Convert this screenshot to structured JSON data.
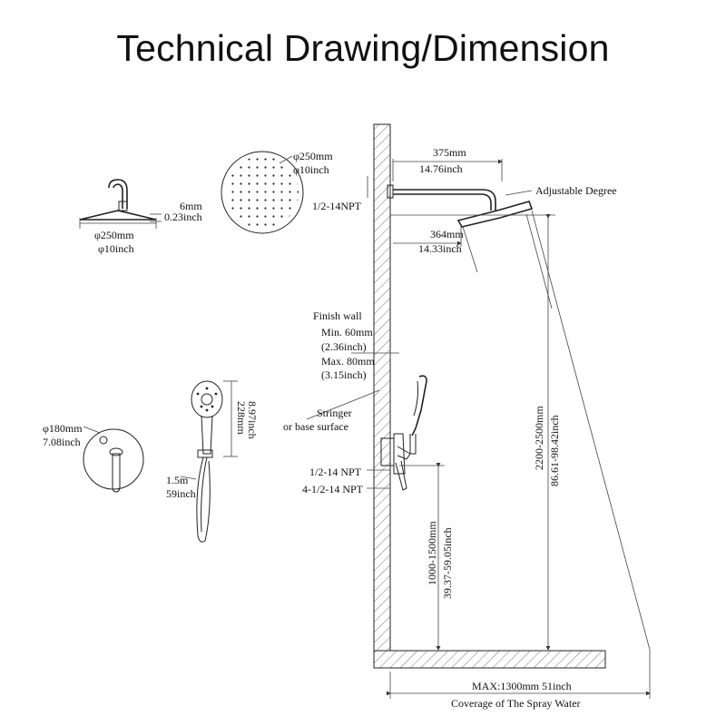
{
  "title": "Technical Drawing/Dimension",
  "labels": {
    "head_diameter_mm": "φ250mm",
    "head_diameter_in": "φ10inch",
    "head_thickness_mm": "6mm",
    "head_thickness_in": "0.23inch",
    "head_front_dia_mm": "φ250mm",
    "head_front_dia_in": "φ10inch",
    "valve_dia_mm": "φ180mm",
    "valve_dia_in": "7.08inch",
    "handheld_len_mm": "228mm",
    "handheld_len_in": "8.97inch",
    "hose_len_m": "1.5m",
    "hose_len_in": "59inch",
    "arm_len_mm": "375mm",
    "arm_len_in": "14.76inch",
    "arm_thread": "1/2-14NPT",
    "adjustable": "Adjustable Degree",
    "drop_mm": "364mm",
    "drop_in": "14.33inch",
    "finish_wall": "Finish wall",
    "min_mm": "Min. 60mm",
    "min_in": "(2.36inch)",
    "max_mm": "Max. 80mm",
    "max_in": "(3.15inch)",
    "stringer": "Stringer",
    "base_surface": "or base surface",
    "valve_thread1": "1/2-14 NPT",
    "valve_thread2": "4-1/2-14 NPT",
    "height_head": "2200-2500mm",
    "height_head_in": "86.61-98.42inch",
    "height_valve": "1000-1500mm",
    "height_valve_in": "39.37-59.05inch",
    "coverage_max": "MAX:1300mm 51inch",
    "coverage_label": "Coverage of The Spray Water"
  }
}
